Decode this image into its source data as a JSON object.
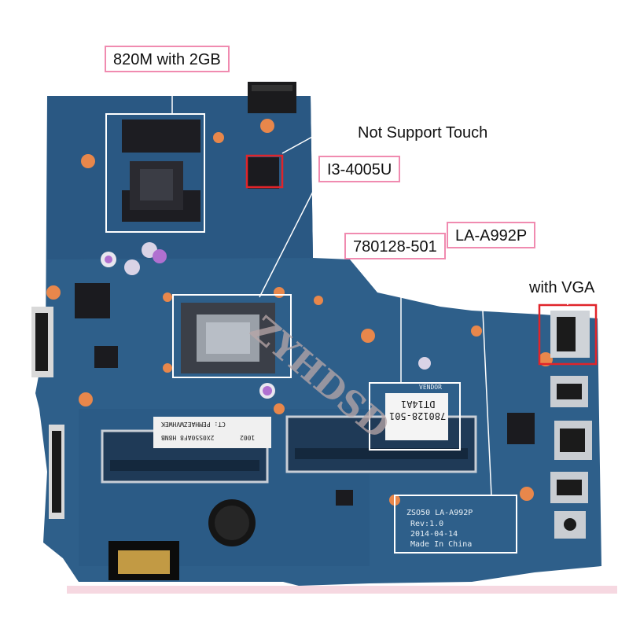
{
  "callouts": {
    "gpu": "820M with 2GB",
    "touch": "Not Support Touch",
    "cpu": "I3-4005U",
    "part_number": "780128-501",
    "model": "LA-A992P",
    "vga": "with VGA"
  },
  "board_label": {
    "line1": "ZSO50  LA-A992P",
    "line2": "Rev:1.0",
    "line3": "2014-04-14",
    "line4": "Made In China"
  },
  "sticker": {
    "code": "780128-501",
    "sub": "DT14A1",
    "vendor": "VENDOR"
  },
  "serial_sticker": {
    "line1": "CT: PEMHAEZWVHWEK",
    "line2": "2X0S50AF8 H8NB",
    "line3": "1002"
  },
  "watermark": "ZYHDSD",
  "colors": {
    "board": "#2e5f8a",
    "highlight_box": "#e0242a",
    "callout_border": "#f08bb0"
  }
}
